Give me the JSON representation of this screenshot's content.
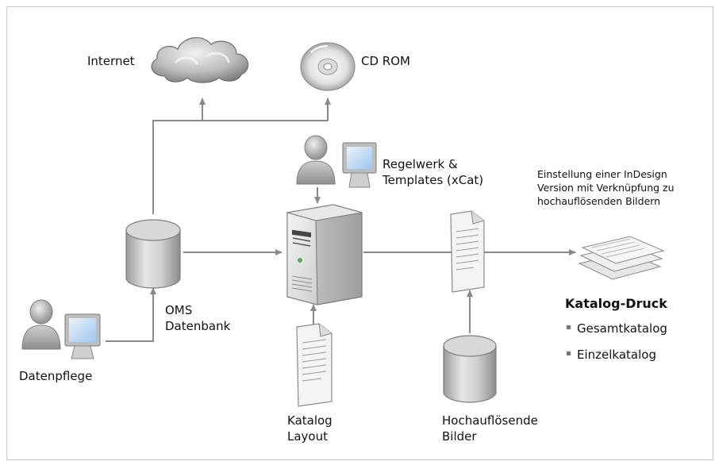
{
  "nodes": {
    "internet": "Internet",
    "cdrom": "CD ROM",
    "rules_line1": "Regelwerk &",
    "rules_line2": "Templates (xCat)",
    "oms_line1": "OMS",
    "oms_line2": "Datenbank",
    "datenpflege": "Datenpflege",
    "layout_line1": "Katalog",
    "layout_line2": "Layout",
    "images_line1": "Hochauflösende",
    "images_line2": "Bilder"
  },
  "indesign_note": {
    "line1": "Einstellung  einer InDesign",
    "line2": "Version mit Verknüpfung zu",
    "line3": "hochauflösenden Bildern"
  },
  "print": {
    "title": "Katalog-Druck",
    "items": [
      "Gesamtkatalog",
      "Einzelkatalog"
    ]
  },
  "colors": {
    "line": "#8a8a8a",
    "border": "#c8c8c8"
  }
}
